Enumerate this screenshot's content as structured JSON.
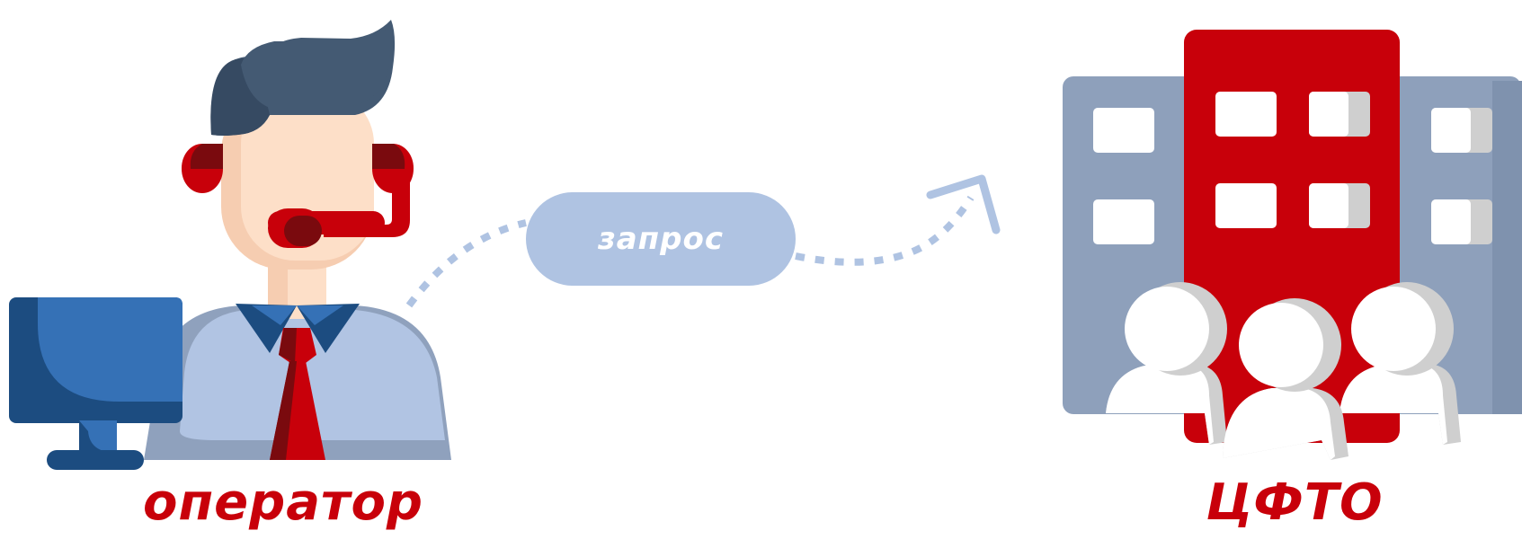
{
  "diagram": {
    "source": {
      "label": "оператор",
      "icon": "support-operator-icon"
    },
    "request": {
      "label": "запрос"
    },
    "target": {
      "label": "ЦФТО",
      "icon": "office-building-icon"
    }
  },
  "colors": {
    "accent_red": "#c8000a",
    "dark_red": "#7a0a0e",
    "pill_blue": "#afc3e2",
    "shirt_blue": "#b1c4e3",
    "navy": "#1c4c80",
    "hair": "#445a73",
    "skin": "#fddfc8",
    "building_gray": "#8ea0bb",
    "people_gray": "#cfcfcf"
  }
}
